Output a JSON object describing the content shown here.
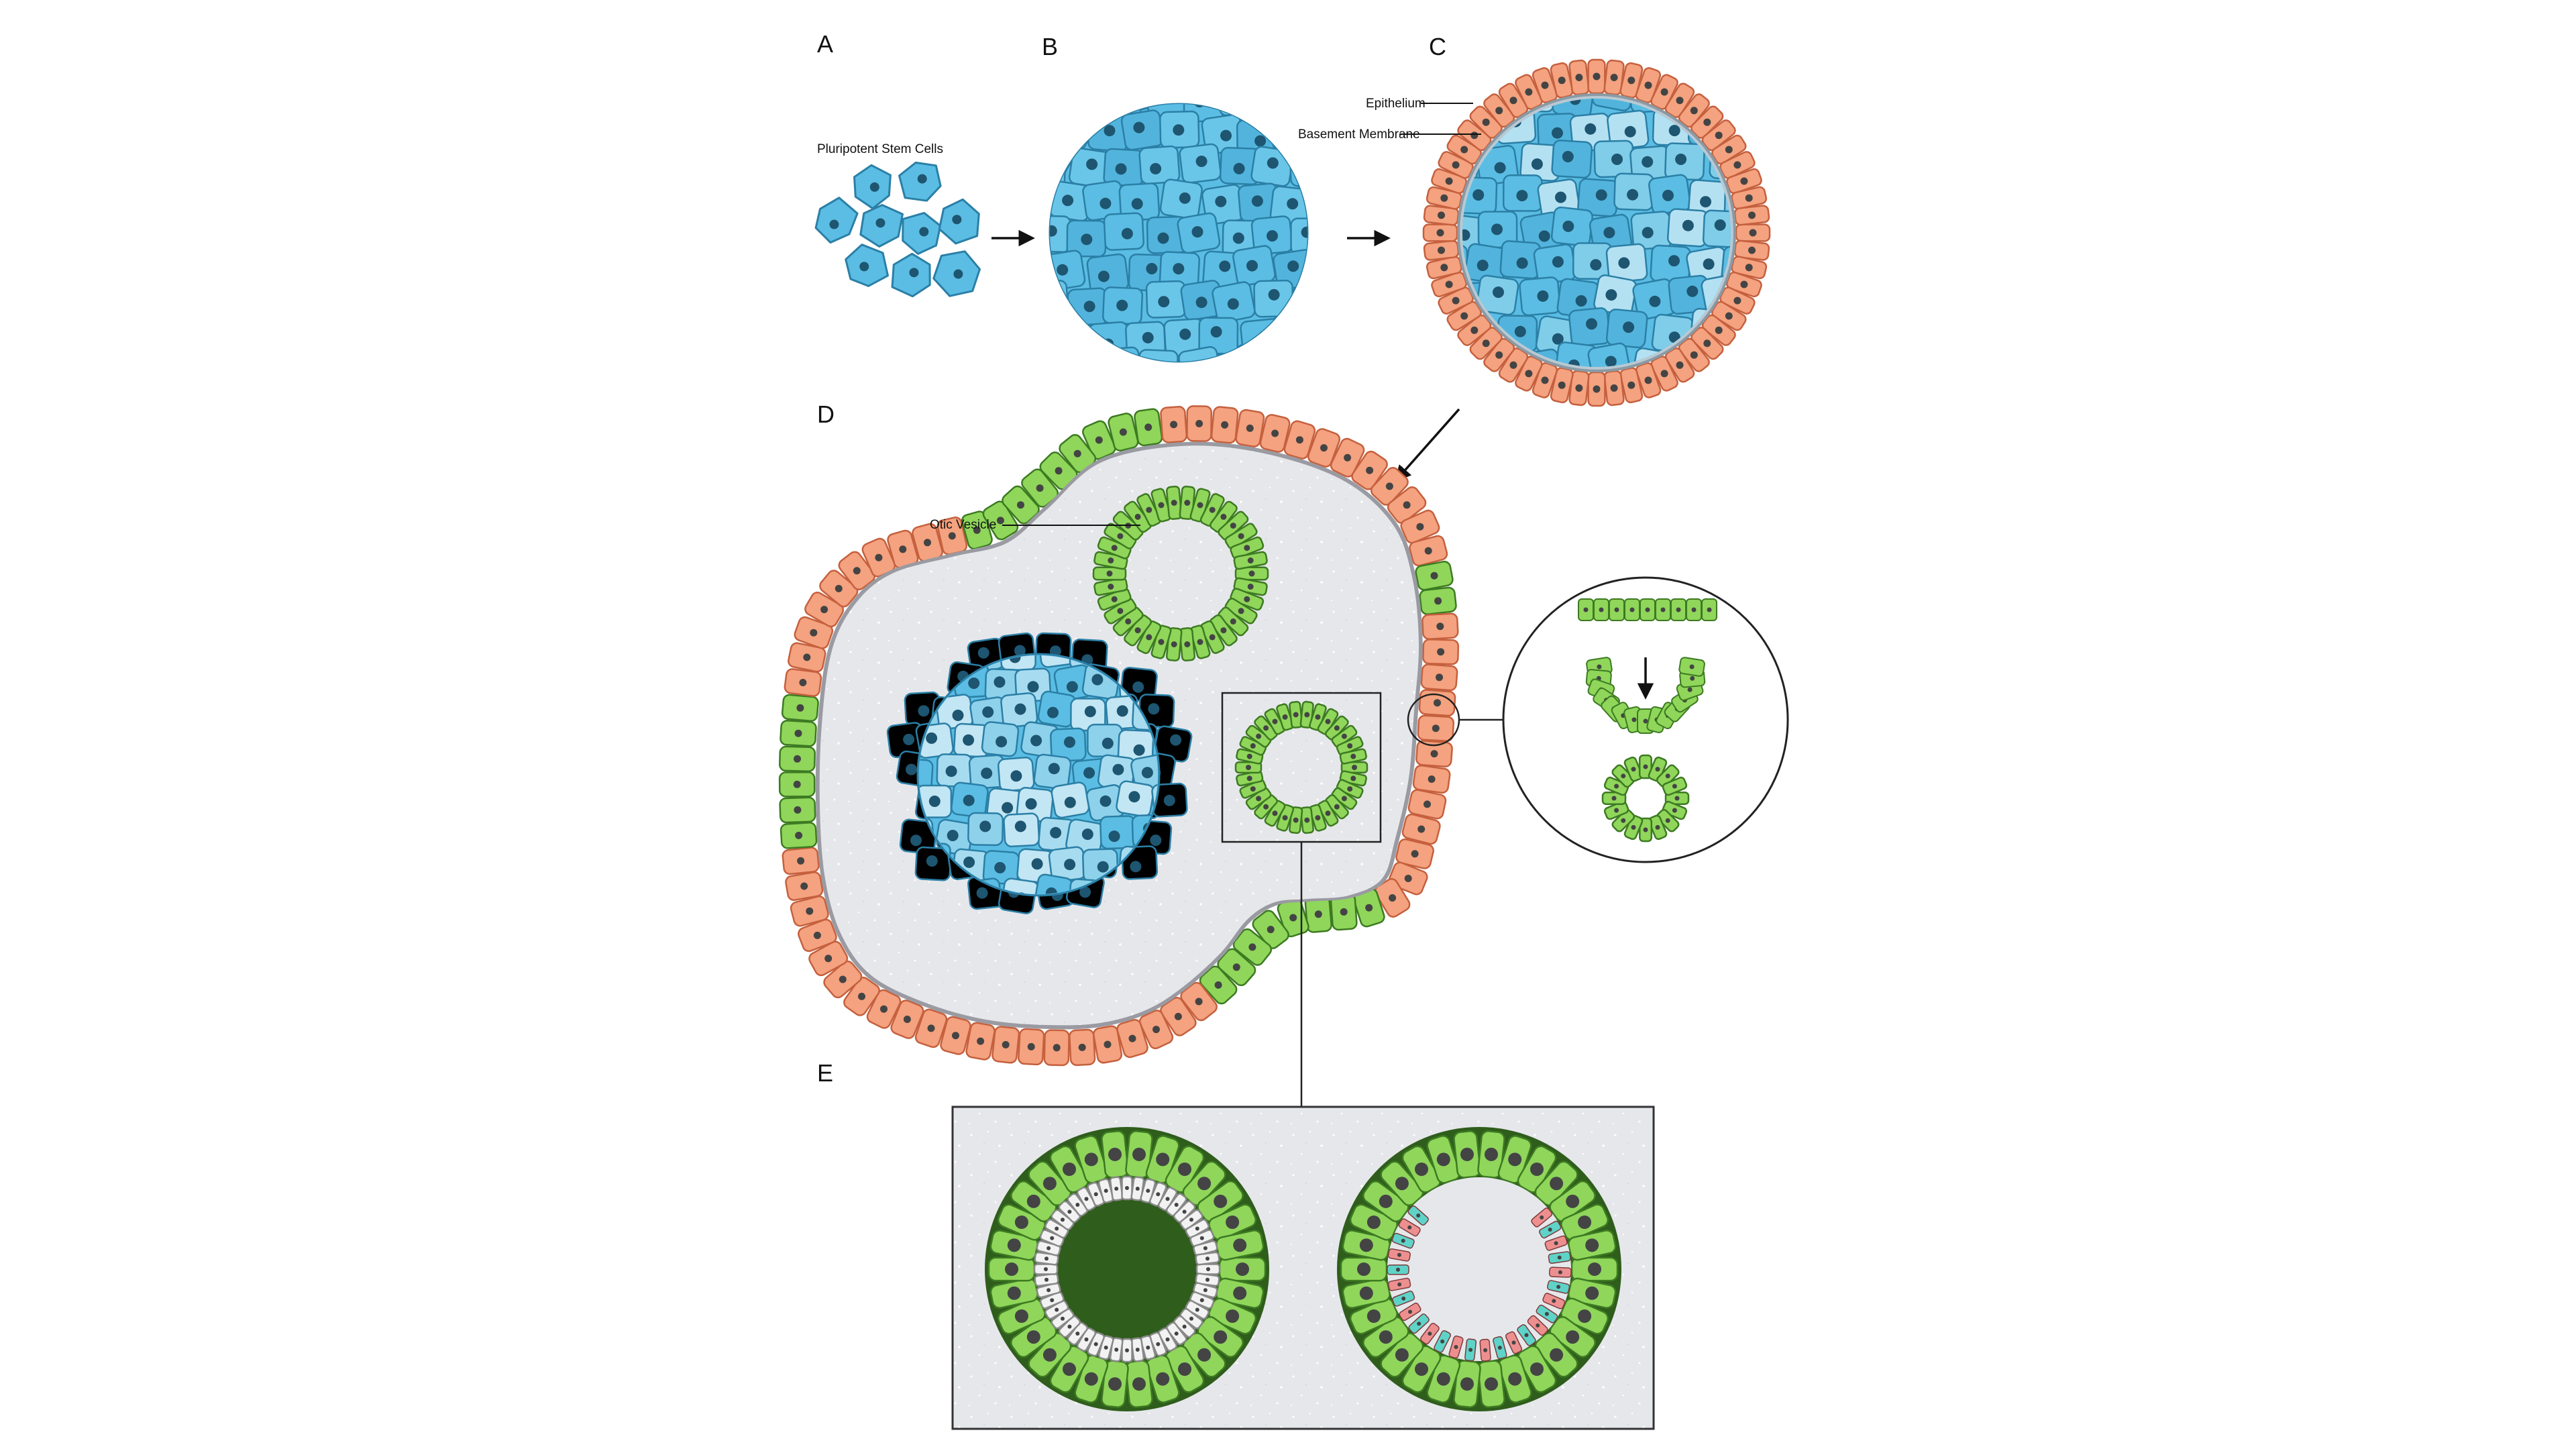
{
  "panels": {
    "a": {
      "letter": "A",
      "label": "Pluripotent Stem Cells"
    },
    "b": {
      "letter": "B"
    },
    "c": {
      "letter": "C",
      "label_epithelium": "Epithelium",
      "label_membrane": "Basement Membrane"
    },
    "d": {
      "letter": "D",
      "label_otic": "Otic Vesicle"
    },
    "e": {
      "letter": "E"
    }
  },
  "colors": {
    "stem_cell_fill": "#5bbde3",
    "stem_cell_stroke": "#2b7fa6",
    "nucleus": "#1e5570",
    "epithelium_fill": "#f4a27f",
    "epithelium_stroke": "#c5603e",
    "otic_fill": "#8fd65a",
    "otic_stroke": "#3d7a22",
    "sensory_fill": "#ee8f8f",
    "support_fill": "#5fd3c8",
    "lumen_fill": "#e5e6ea",
    "membrane": "#9a9aa2"
  },
  "icons": {
    "arrow_ab": "arrow-right-icon",
    "arrow_bc": "arrow-right-icon",
    "arrow_cd": "arrow-down-left-icon",
    "arrow_invagination": "arrow-down-icon"
  }
}
